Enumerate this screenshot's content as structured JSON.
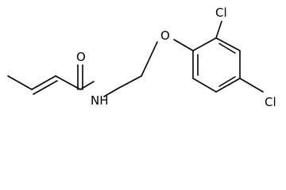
{
  "molecule": {
    "atoms": {
      "carbonyl_oxygen": "O",
      "amide_nitrogen": "NH",
      "ether_oxygen": "O",
      "chlorine_ortho": "Cl",
      "chlorine_para": "Cl"
    }
  },
  "colors": {
    "bond": "#000000",
    "background": "#ffffff"
  }
}
